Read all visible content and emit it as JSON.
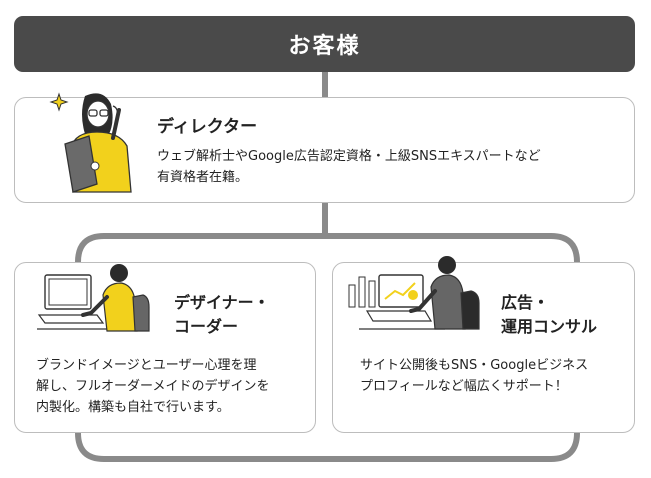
{
  "header": {
    "label": "お客様"
  },
  "director": {
    "title": "ディレクター",
    "desc_line1": "ウェブ解析士やGoogle広告認定資格・上級SNSエキスパートなど",
    "desc_line2": "有資格者在籍。"
  },
  "designer": {
    "title_line1": "デザイナー・",
    "title_line2": "コーダー",
    "desc_line1": "ブランドイメージとユーザー心理を理",
    "desc_line2": "解し、フルオーダーメイドのデザインを",
    "desc_line3": "内製化。構築も自社で行います。"
  },
  "consultant": {
    "title_line1": "広告・",
    "title_line2": "運用コンサル",
    "desc_line1": "サイト公開後もSNS・Googleビジネス",
    "desc_line2": "プロフィールなど幅広くサポート！"
  },
  "colors": {
    "accent": "#f2d11c",
    "dark": "#4a4a4a",
    "line": "#8a8a8a",
    "border": "#bdbdbd"
  }
}
